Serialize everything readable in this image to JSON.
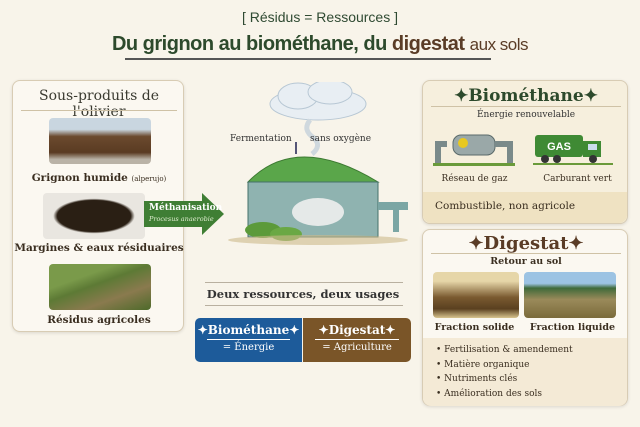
{
  "header": {
    "subtitle": "[ Résidus = Ressources ]",
    "title_part1": "Du grignon au biométhane, du",
    "title_part2": "digestat",
    "title_part3": "aux sols"
  },
  "left_panel": {
    "heading": "Sous-produits de l'olivier",
    "items": [
      {
        "label": "Grignon humide",
        "note": "(alperujo)"
      },
      {
        "label": "Margines & eaux résiduaires"
      },
      {
        "label": "Résidus agricoles"
      }
    ]
  },
  "arrow": {
    "label": "Méthanisation",
    "sublabel": "Procesus anaerobie"
  },
  "center": {
    "fermentation": "Fermentation",
    "sans_oxygene": "sans oxygène",
    "usages_heading": "Deux ressources, deux usages",
    "box_biomethane": {
      "title": "Biométhane",
      "sub": "= Énergie",
      "color": "#1d5b9a"
    },
    "box_digestat": {
      "title": "Digestat",
      "sub": "= Agriculture",
      "color": "#7a5528"
    }
  },
  "biomethane_panel": {
    "title": "Biométhane",
    "subtitle": "Énergie renouvelable",
    "items": [
      {
        "label": "Réseau de gaz"
      },
      {
        "label": "Carburant vert",
        "truck_text": "GAS"
      }
    ],
    "footer": "Combustible, non agricole"
  },
  "digestat_panel": {
    "title": "Digestat",
    "subtitle": "Retour au sol",
    "items": [
      {
        "label": "Fraction solide"
      },
      {
        "label": "Fraction liquide"
      }
    ],
    "bullets": [
      "Fertilisation & amendement",
      "Matière organique",
      "Nutriments clés",
      "Amélioration des sols"
    ]
  }
}
